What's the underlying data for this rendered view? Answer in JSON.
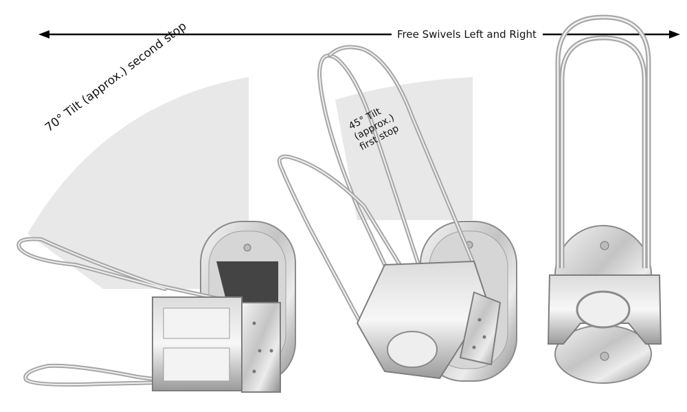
{
  "swivel_arrow": {
    "label": "Free Swivels Left and Right",
    "direction": "left-and-right"
  },
  "views": [
    {
      "id": "second-stop",
      "tilt_label": "70° Tilt (approx.) second stop",
      "angle_deg": 70
    },
    {
      "id": "first-stop",
      "tilt_lines": [
        "45° Tilt",
        "(approx.)",
        "first stop"
      ],
      "angle_deg": 45
    },
    {
      "id": "upright",
      "angle_deg": 0
    }
  ],
  "colors": {
    "background": "#ffffff",
    "wedge": "#e8e8e8",
    "arrow": "#000000",
    "metal_light": "#e6e6e6",
    "metal_mid": "#b5b5b5",
    "metal_dark": "#6e6e6e"
  }
}
